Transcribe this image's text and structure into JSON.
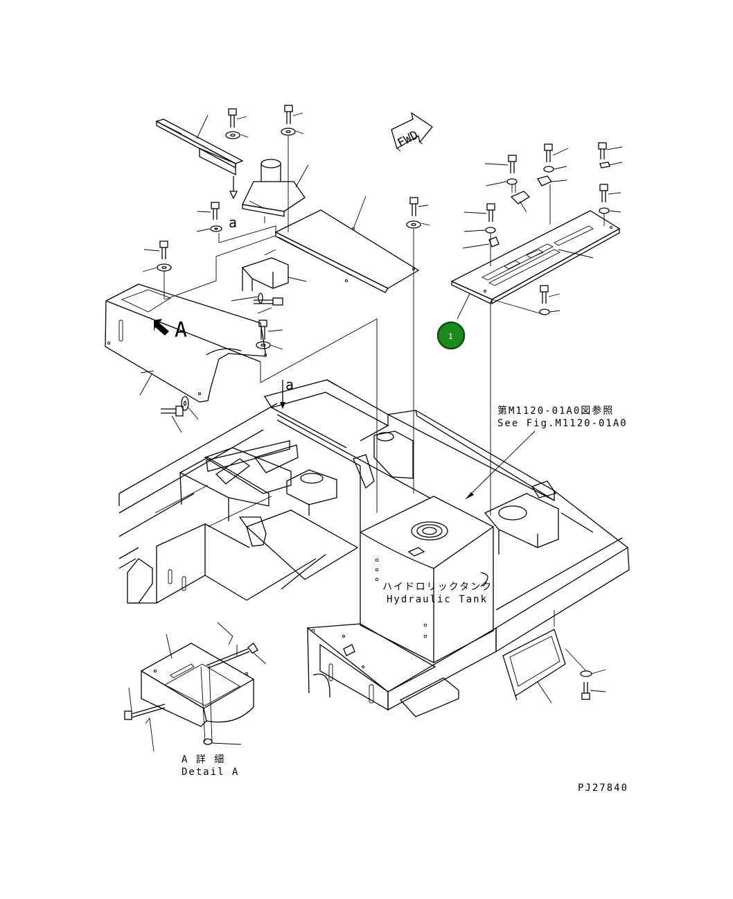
{
  "direction_arrow": {
    "label": "FWD"
  },
  "view_markers": {
    "a_top": "a",
    "a_frame": "a",
    "view_a": "A"
  },
  "callout": {
    "number": "1",
    "fill_color": "#1a8a1a",
    "ring_color": "#0d4d0d"
  },
  "references": {
    "see_fig_jp": "第M1120-01A0図参照",
    "see_fig_en": "See Fig.M1120-01A0"
  },
  "tank_label": {
    "jp": "ハイドロリックタンク",
    "en": "Hydraulic Tank"
  },
  "detail_label": {
    "jp": "A 詳 細",
    "en": "Detail A"
  },
  "drawing_number": "PJ27840"
}
